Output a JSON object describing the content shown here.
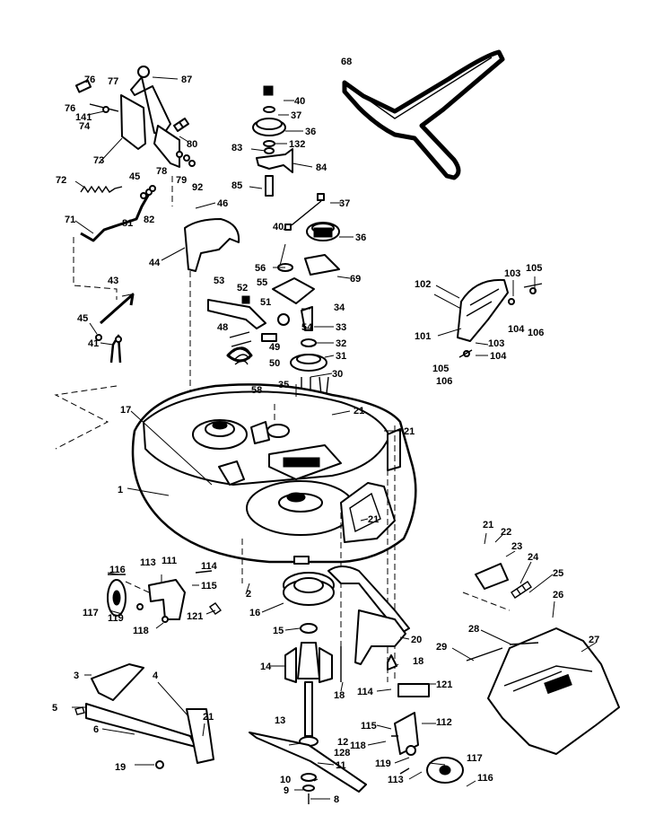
{
  "callouts": [
    {
      "id": "1",
      "label": "1"
    },
    {
      "id": "2",
      "label": "2"
    },
    {
      "id": "3",
      "label": "3"
    },
    {
      "id": "4",
      "label": "4"
    },
    {
      "id": "5",
      "label": "5"
    },
    {
      "id": "6",
      "label": "6"
    },
    {
      "id": "8",
      "label": "8"
    },
    {
      "id": "9",
      "label": "9"
    },
    {
      "id": "10",
      "label": "10"
    },
    {
      "id": "11",
      "label": "11"
    },
    {
      "id": "12",
      "label": "12"
    },
    {
      "id": "13",
      "label": "13"
    },
    {
      "id": "14",
      "label": "14"
    },
    {
      "id": "15",
      "label": "15"
    },
    {
      "id": "16",
      "label": "16"
    },
    {
      "id": "17",
      "label": "17"
    },
    {
      "id": "18a",
      "label": "18"
    },
    {
      "id": "18b",
      "label": "18"
    },
    {
      "id": "19",
      "label": "19"
    },
    {
      "id": "20",
      "label": "20"
    },
    {
      "id": "21a",
      "label": "21"
    },
    {
      "id": "21b",
      "label": "21"
    },
    {
      "id": "21c",
      "label": "21"
    },
    {
      "id": "21d",
      "label": "21"
    },
    {
      "id": "21e",
      "label": "21"
    },
    {
      "id": "22",
      "label": "22"
    },
    {
      "id": "23",
      "label": "23"
    },
    {
      "id": "24",
      "label": "24"
    },
    {
      "id": "25",
      "label": "25"
    },
    {
      "id": "26",
      "label": "26"
    },
    {
      "id": "27",
      "label": "27"
    },
    {
      "id": "28",
      "label": "28"
    },
    {
      "id": "29",
      "label": "29"
    },
    {
      "id": "30",
      "label": "30"
    },
    {
      "id": "31",
      "label": "31"
    },
    {
      "id": "32",
      "label": "32"
    },
    {
      "id": "33",
      "label": "33"
    },
    {
      "id": "34",
      "label": "34"
    },
    {
      "id": "35",
      "label": "35"
    },
    {
      "id": "36a",
      "label": "36"
    },
    {
      "id": "36b",
      "label": "36"
    },
    {
      "id": "37a",
      "label": "37"
    },
    {
      "id": "37b",
      "label": "37"
    },
    {
      "id": "40a",
      "label": "40"
    },
    {
      "id": "40b",
      "label": "40"
    },
    {
      "id": "41",
      "label": "41"
    },
    {
      "id": "43",
      "label": "43"
    },
    {
      "id": "44",
      "label": "44"
    },
    {
      "id": "45a",
      "label": "45"
    },
    {
      "id": "45b",
      "label": "45"
    },
    {
      "id": "46",
      "label": "46"
    },
    {
      "id": "48",
      "label": "48"
    },
    {
      "id": "49",
      "label": "49"
    },
    {
      "id": "50",
      "label": "50"
    },
    {
      "id": "51",
      "label": "51"
    },
    {
      "id": "52",
      "label": "52"
    },
    {
      "id": "53",
      "label": "53"
    },
    {
      "id": "54",
      "label": "54"
    },
    {
      "id": "55",
      "label": "55"
    },
    {
      "id": "56",
      "label": "56"
    },
    {
      "id": "58",
      "label": "58"
    },
    {
      "id": "68",
      "label": "68"
    },
    {
      "id": "69",
      "label": "69"
    },
    {
      "id": "71",
      "label": "71"
    },
    {
      "id": "72",
      "label": "72"
    },
    {
      "id": "73",
      "label": "73"
    },
    {
      "id": "74",
      "label": "74"
    },
    {
      "id": "76a",
      "label": "76"
    },
    {
      "id": "76b",
      "label": "76"
    },
    {
      "id": "77",
      "label": "77"
    },
    {
      "id": "78",
      "label": "78"
    },
    {
      "id": "79",
      "label": "79"
    },
    {
      "id": "80",
      "label": "80"
    },
    {
      "id": "81",
      "label": "81"
    },
    {
      "id": "82",
      "label": "82"
    },
    {
      "id": "83",
      "label": "83"
    },
    {
      "id": "84",
      "label": "84"
    },
    {
      "id": "85",
      "label": "85"
    },
    {
      "id": "87",
      "label": "87"
    },
    {
      "id": "92",
      "label": "92"
    },
    {
      "id": "101",
      "label": "101"
    },
    {
      "id": "102",
      "label": "102"
    },
    {
      "id": "103a",
      "label": "103"
    },
    {
      "id": "103b",
      "label": "103"
    },
    {
      "id": "104a",
      "label": "104"
    },
    {
      "id": "104b",
      "label": "104"
    },
    {
      "id": "105a",
      "label": "105"
    },
    {
      "id": "105b",
      "label": "105"
    },
    {
      "id": "106a",
      "label": "106"
    },
    {
      "id": "106b",
      "label": "106"
    },
    {
      "id": "111",
      "label": "111"
    },
    {
      "id": "112",
      "label": "112"
    },
    {
      "id": "113a",
      "label": "113"
    },
    {
      "id": "113b",
      "label": "113"
    },
    {
      "id": "114a",
      "label": "114"
    },
    {
      "id": "114b",
      "label": "114"
    },
    {
      "id": "115a",
      "label": "115"
    },
    {
      "id": "115b",
      "label": "115"
    },
    {
      "id": "116a",
      "label": "116"
    },
    {
      "id": "116b",
      "label": "116"
    },
    {
      "id": "117a",
      "label": "117"
    },
    {
      "id": "117b",
      "label": "117"
    },
    {
      "id": "118a",
      "label": "118"
    },
    {
      "id": "118b",
      "label": "118"
    },
    {
      "id": "119a",
      "label": "119"
    },
    {
      "id": "119b",
      "label": "119"
    },
    {
      "id": "121a",
      "label": "121"
    },
    {
      "id": "121b",
      "label": "121"
    },
    {
      "id": "128",
      "label": "128"
    },
    {
      "id": "132",
      "label": "132"
    },
    {
      "id": "141",
      "label": "141"
    }
  ]
}
